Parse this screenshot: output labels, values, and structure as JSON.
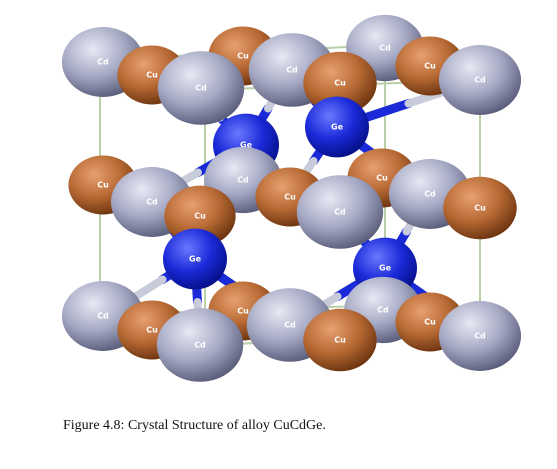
{
  "figure": {
    "caption": "Figure 4.8: Crystal Structure of alloy CuCdGe."
  },
  "atom_types": {
    "Cd": {
      "label": "Cd",
      "color": "#a6a9c4",
      "highlight": "#e8e9f4",
      "shade": "#5c5f7c"
    },
    "Cu": {
      "label": "Cu",
      "color": "#b86a34",
      "highlight": "#e8a070",
      "shade": "#6e3510"
    },
    "Ge": {
      "label": "Ge",
      "color": "#1a2ad8",
      "highlight": "#6a78ff",
      "shade": "#06108a"
    }
  },
  "colors": {
    "cell_edge": "#b8cfa8",
    "bond_dark": "#1a2ad8",
    "bond_light": "#c8ccda"
  }
}
